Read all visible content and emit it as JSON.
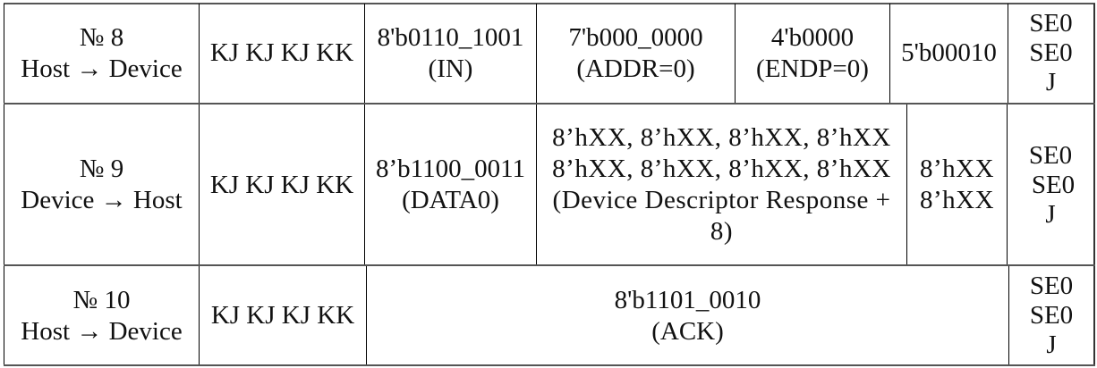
{
  "rows": [
    {
      "packet": {
        "number": "№ 8",
        "direction": "Host → Device"
      },
      "sync": "KJ KJ KJ KK",
      "pid": {
        "value": "8'b0110_1001",
        "name": "(IN)"
      },
      "addr": {
        "value": "7'b000_0000",
        "name": "(ADDR=0)"
      },
      "endp": {
        "value": "4'b0000",
        "name": "(ENDP=0)"
      },
      "crc": "5'b00010",
      "eop": [
        "SE0",
        "SE0",
        "J"
      ]
    },
    {
      "packet": {
        "number": "№ 9",
        "direction": "Device → Host"
      },
      "sync": "KJ KJ KJ KK",
      "pid": {
        "value": "8’b1100_0011",
        "name": "(DATA0)"
      },
      "data": [
        "8’hXX, 8’hXX, 8’hXX, 8’hXX",
        "8’hXX, 8’hXX, 8’hXX, 8’hXX",
        "(Device Descriptor Response +",
        "8)"
      ],
      "crc": [
        "8’hXX",
        "8’hXX"
      ],
      "eop": [
        "SE0",
        "SE0",
        "J"
      ]
    },
    {
      "packet": {
        "number": "№ 10",
        "direction": "Host → Device"
      },
      "sync": "KJ KJ KJ KK",
      "pid": {
        "value": "8'b1101_0010",
        "name": "(ACK)"
      },
      "eop": [
        "SE0",
        "SE0",
        "J"
      ]
    }
  ]
}
